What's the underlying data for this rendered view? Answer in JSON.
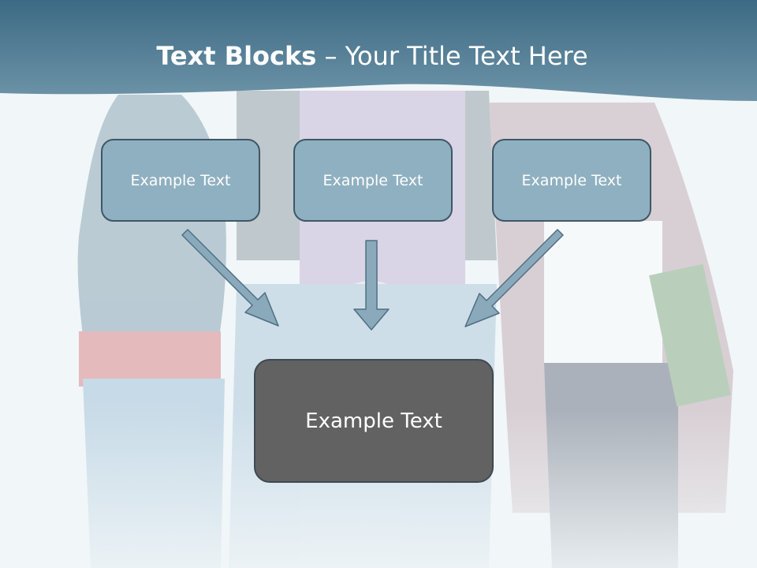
{
  "slide": {
    "title_bold": "Text Blocks",
    "title_rest": " – Your Title Text Here"
  },
  "blocks": {
    "left": "Example Text",
    "center": "Example Text",
    "right": "Example Text",
    "main": "Example Text"
  },
  "colors": {
    "banner": "#557e95",
    "block_fill": "#8fb0c0",
    "block_border": "#3e5766",
    "main_fill": "#626262",
    "arrow_fill": "#8aaabb"
  }
}
